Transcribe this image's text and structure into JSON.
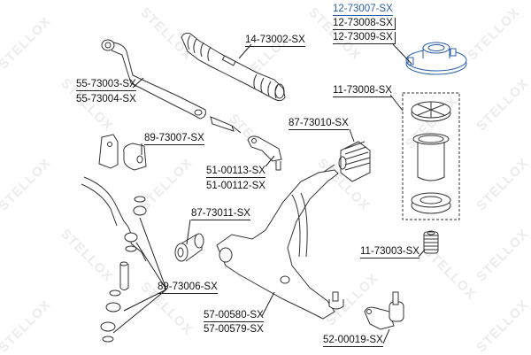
{
  "diagram": {
    "type": "exploded parts diagram - front suspension & steering",
    "watermark": "STELLOX",
    "colors": {
      "line": "#333333",
      "highlight": "#2a5fa8",
      "watermark": "#e8e8e8",
      "background": "#ffffff"
    }
  },
  "labels": {
    "strut_mount_selected": "12-73007-SX",
    "strut_mount_alt1": "12-73008-SX",
    "strut_mount_alt2": "12-73009-SX",
    "steering_boot": "14-73002-SX",
    "tie_rod_a": "55-73003-SX",
    "tie_rod_b": "55-73004-SX",
    "strut_kit": "11-73008-SX",
    "rack_bushing": "87-73010-SX",
    "stab_bushing": "89-73007-SX",
    "tie_rod_end_a": "51-00113-SX",
    "tie_rod_end_b": "51-00112-SX",
    "arm_bushing": "87-73011-SX",
    "bump_stop": "11-73003-SX",
    "link_bushings": "89-73006-SX",
    "control_arm_a": "57-00580-SX",
    "control_arm_b": "57-00579-SX",
    "ball_joint": "52-00019-SX"
  }
}
